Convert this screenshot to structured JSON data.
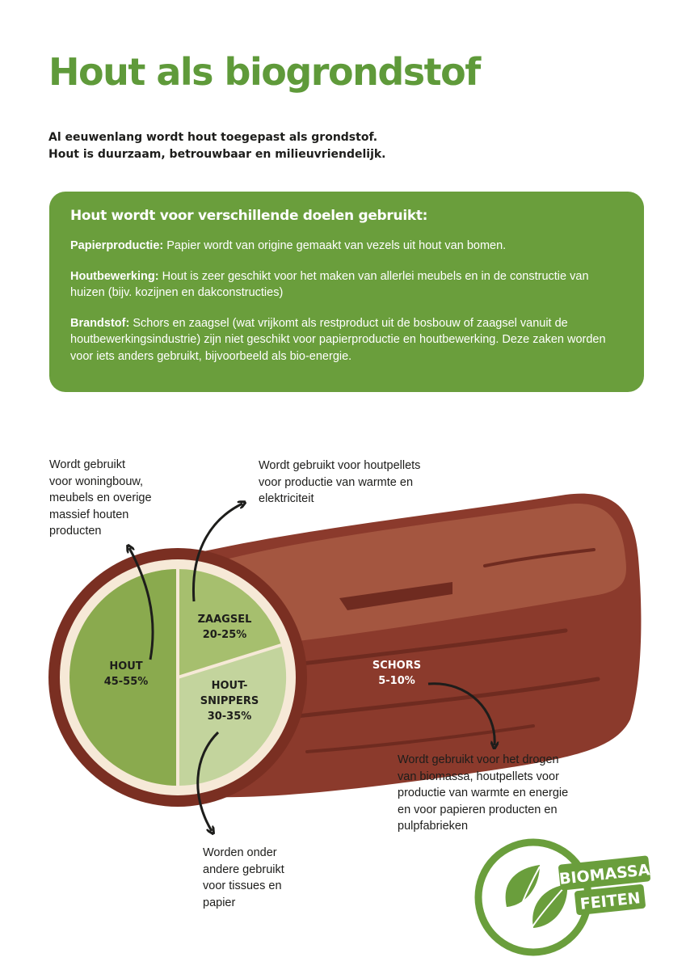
{
  "title": "Hout als biogrondstof",
  "intro": [
    "Al eeuwenlang wordt hout toegepast als grondstof.",
    "Hout is duurzaam, betrouwbaar en milieuvriendelijk."
  ],
  "infobox": {
    "title": "Hout wordt voor verschillende doelen gebruikt:",
    "items": [
      {
        "term": "Papierproductie:",
        "text": " Papier wordt van origine gemaakt van vezels uit hout van bomen."
      },
      {
        "term": "Houtbewerking:",
        "text": " Hout is zeer geschikt voor het maken van allerlei meubels en in de constructie van huizen (bijv. kozijnen en dakconstructies)"
      },
      {
        "term": "Brandstof:",
        "text": " Schors en zaagsel (wat vrijkomt als restproduct uit de bosbouw of zaagsel vanuit de houtbewerkingsindustrie) zijn niet geschikt voor papierproductie en houtbewerking. Deze zaken worden voor iets anders gebruikt, bijvoorbeeld als bio-energie."
      }
    ]
  },
  "segments": {
    "hout": {
      "line1": "HOUT",
      "line2": "45-55%"
    },
    "zaagsel": {
      "line1": "ZAAGSEL",
      "line2": "20-25%"
    },
    "snippers": {
      "line1": "HOUT-",
      "line2": "SNIPPERS",
      "line3": "30-35%"
    },
    "schors": {
      "line1": "SCHORS",
      "line2": "5-10%"
    }
  },
  "notes": {
    "hout": [
      "Wordt gebruikt",
      "voor woningbouw,",
      "meubels en overige",
      "massief houten",
      "producten"
    ],
    "zaagsel": [
      "Wordt gebruikt voor houtpellets",
      "voor productie van warmte en",
      "elektriciteit"
    ],
    "schors": [
      "Wordt gebruikt voor het drogen",
      "van biomassa, houtpellets voor",
      "productie van warmte en energie",
      "en voor papieren producten en",
      "pulpfabrieken"
    ],
    "snippers": [
      "Worden onder",
      "andere gebruikt",
      "voor tissues en",
      "papier"
    ]
  },
  "logo": {
    "line1": "BIOMASSA",
    "line2": "FEITEN"
  },
  "colors": {
    "title_green": "#5f9a3a",
    "box_green": "#6a9e3c",
    "hout_segment": "#8aaa4e",
    "zaagsel_segment": "#a6bf6e",
    "snippers_segment": "#c3d49d",
    "bark": "#8b3a2c"
  }
}
